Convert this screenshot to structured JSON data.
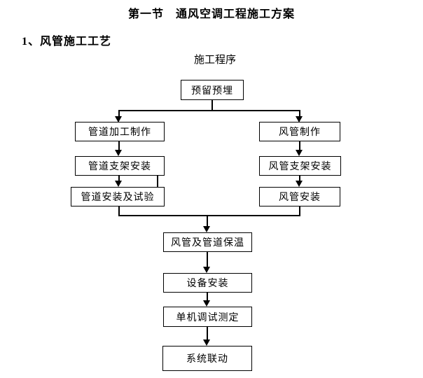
{
  "document": {
    "title": "第一节　通风空调工程施工方案",
    "section_heading": "1、风管施工工艺"
  },
  "flowchart": {
    "title": "施工程序",
    "nodes": [
      {
        "id": "reserve",
        "label": "预留预埋"
      },
      {
        "id": "pipe_fab",
        "label": "管道加工制作"
      },
      {
        "id": "pipe_sup",
        "label": "管道支架安装"
      },
      {
        "id": "pipe_ins",
        "label": "管道安装及试验"
      },
      {
        "id": "duct_fab",
        "label": "风管制作"
      },
      {
        "id": "duct_sup",
        "label": "风管支架安装"
      },
      {
        "id": "duct_ins",
        "label": "风管安装"
      },
      {
        "id": "insul",
        "label": "风管及管道保温"
      },
      {
        "id": "equip",
        "label": "设备安装"
      },
      {
        "id": "single",
        "label": "单机调试测定"
      },
      {
        "id": "system",
        "label": "系统联动"
      }
    ],
    "edges": [
      {
        "from": "预留预埋",
        "to": "管道加工制作"
      },
      {
        "from": "预留预埋",
        "to": "风管制作"
      },
      {
        "from": "管道加工制作",
        "to": "管道支架安装"
      },
      {
        "from": "管道支架安装",
        "to": "管道安装及试验"
      },
      {
        "from": "风管制作",
        "to": "风管支架安装"
      },
      {
        "from": "风管支架安装",
        "to": "风管安装"
      },
      {
        "from": "管道安装及试验",
        "to": "风管及管道保温"
      },
      {
        "from": "风管安装",
        "to": "风管及管道保温"
      },
      {
        "from": "风管及管道保温",
        "to": "设备安装"
      },
      {
        "from": "设备安装",
        "to": "单机调试测定"
      },
      {
        "from": "单机调试测定",
        "to": "系统联动"
      }
    ],
    "colors": {
      "text": "#000000",
      "line": "#000000",
      "box_border": "#000000",
      "background": "#ffffff"
    }
  }
}
